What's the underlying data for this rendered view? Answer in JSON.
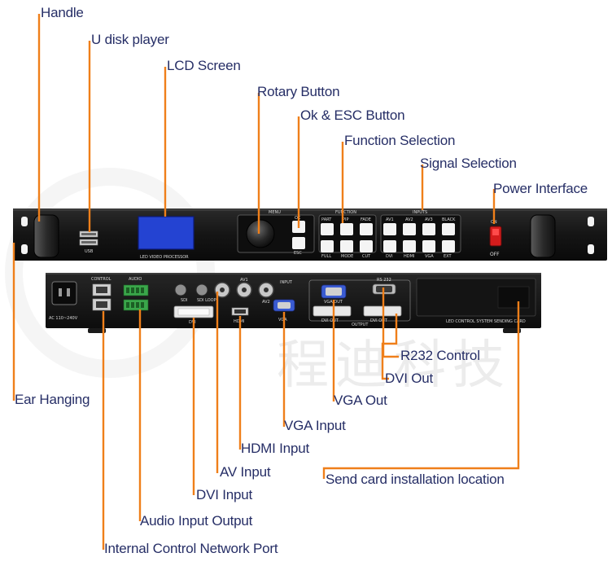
{
  "labels": {
    "handle": "Handle",
    "u_disk_player": "U disk player",
    "lcd_screen": "LCD Screen",
    "rotary_button": "Rotary Button",
    "ok_esc_button": "Ok & ESC Button",
    "function_selection": "Function Selection",
    "signal_selection": "Signal Selection",
    "power_interface": "Power Interface",
    "ear_hanging": "Ear Hanging",
    "r232_control": "R232 Control",
    "dvi_out": "DVI Out",
    "vga_out": "VGA Out",
    "vga_input": "VGA Input",
    "hdmi_input": "HDMI Input",
    "av_input": "AV Input",
    "dvi_input": "DVI Input",
    "audio_input_output": "Audio Input Output",
    "send_card_location": "Send card installation location",
    "internal_control_port": "Internal Control Network Port"
  },
  "front_panel": {
    "usb": "USB",
    "lcd_caption": "LED VIDEO PROCESSOR",
    "menu": "MENU",
    "ok": "OK",
    "esc": "ESC",
    "function_group": "FUNCTION",
    "function_keys_top": [
      "PART",
      "PIP",
      "FADE"
    ],
    "function_keys_bottom": [
      "FULL",
      "MODE",
      "CUT"
    ],
    "inputs_group": "INPUTS",
    "input_keys_top": [
      "AV1",
      "AV2",
      "AV3",
      "BLACK"
    ],
    "input_keys_bottom": [
      "DVI",
      "HDMI",
      "VGA",
      "EXT"
    ],
    "on": "ON",
    "off": "OFF"
  },
  "back_panel": {
    "control": "CONTROL",
    "audio": "AUDIO",
    "input": "INPUT",
    "output": "OUTPUT",
    "rs232": "RS 232",
    "sdi": "SDI",
    "sdi_loop": "SDI LOOP",
    "av1": "AV1",
    "av2": "AV2",
    "hdmi": "HDMI",
    "vga": "VGA",
    "vga_out": "VGA OUT",
    "dvi_out": "DVI OUT",
    "dvi": "DVI",
    "ac": "AC 110~240V",
    "send_card_caption": "LED CONTROL SYSTEM SENDING CARD"
  },
  "watermark": {
    "text": "程迪科技"
  },
  "colors": {
    "leader": "#ef7f1a",
    "label_text": "#262e66",
    "chassis": "#1b1b1b",
    "lcd": "#2443d2"
  }
}
